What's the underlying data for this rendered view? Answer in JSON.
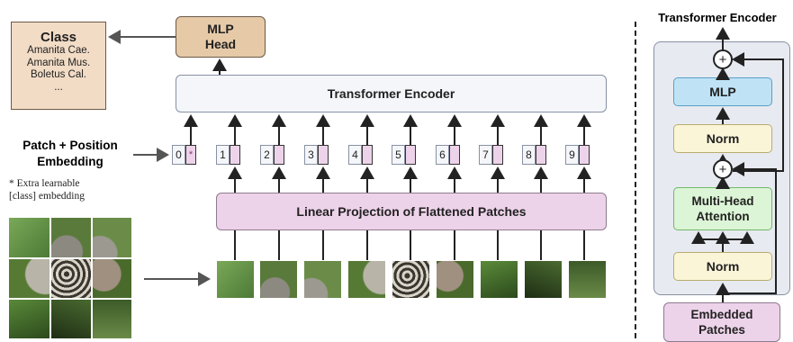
{
  "class_box": {
    "title": "Class",
    "items": [
      "Amanita Cae.",
      "Amanita Mus.",
      "Boletus Cal.",
      "..."
    ]
  },
  "mlp_head": {
    "line1": "MLP",
    "line2": "Head"
  },
  "encoder_label": "Transformer Encoder",
  "linear_projection_label": "Linear Projection of Flattened Patches",
  "patch_position": {
    "line1": "Patch + Position",
    "line2": "Embedding",
    "note_line1": "* Extra learnable",
    "note_line2": "[class] embedding"
  },
  "tokens": [
    "0",
    "1",
    "2",
    "3",
    "4",
    "5",
    "6",
    "7",
    "8",
    "9"
  ],
  "class_token_mark": "*",
  "encoder_detail": {
    "title": "Transformer Encoder",
    "mlp": "MLP",
    "norm_top": "Norm",
    "mha_line1": "Multi-Head",
    "mha_line2": "Attention",
    "norm_bottom": "Norm",
    "embedded_line1": "Embedded",
    "embedded_line2": "Patches",
    "plus": "+"
  },
  "colors": {
    "class_box": "#f2dcc6",
    "mlp_head": "#e6caa8",
    "encoder": "#f4f6fa",
    "projection": "#edd3ea",
    "mlp_block": "#bfe3f5",
    "norm_block": "#fbf5d8",
    "attention_block": "#dcf5d6"
  }
}
